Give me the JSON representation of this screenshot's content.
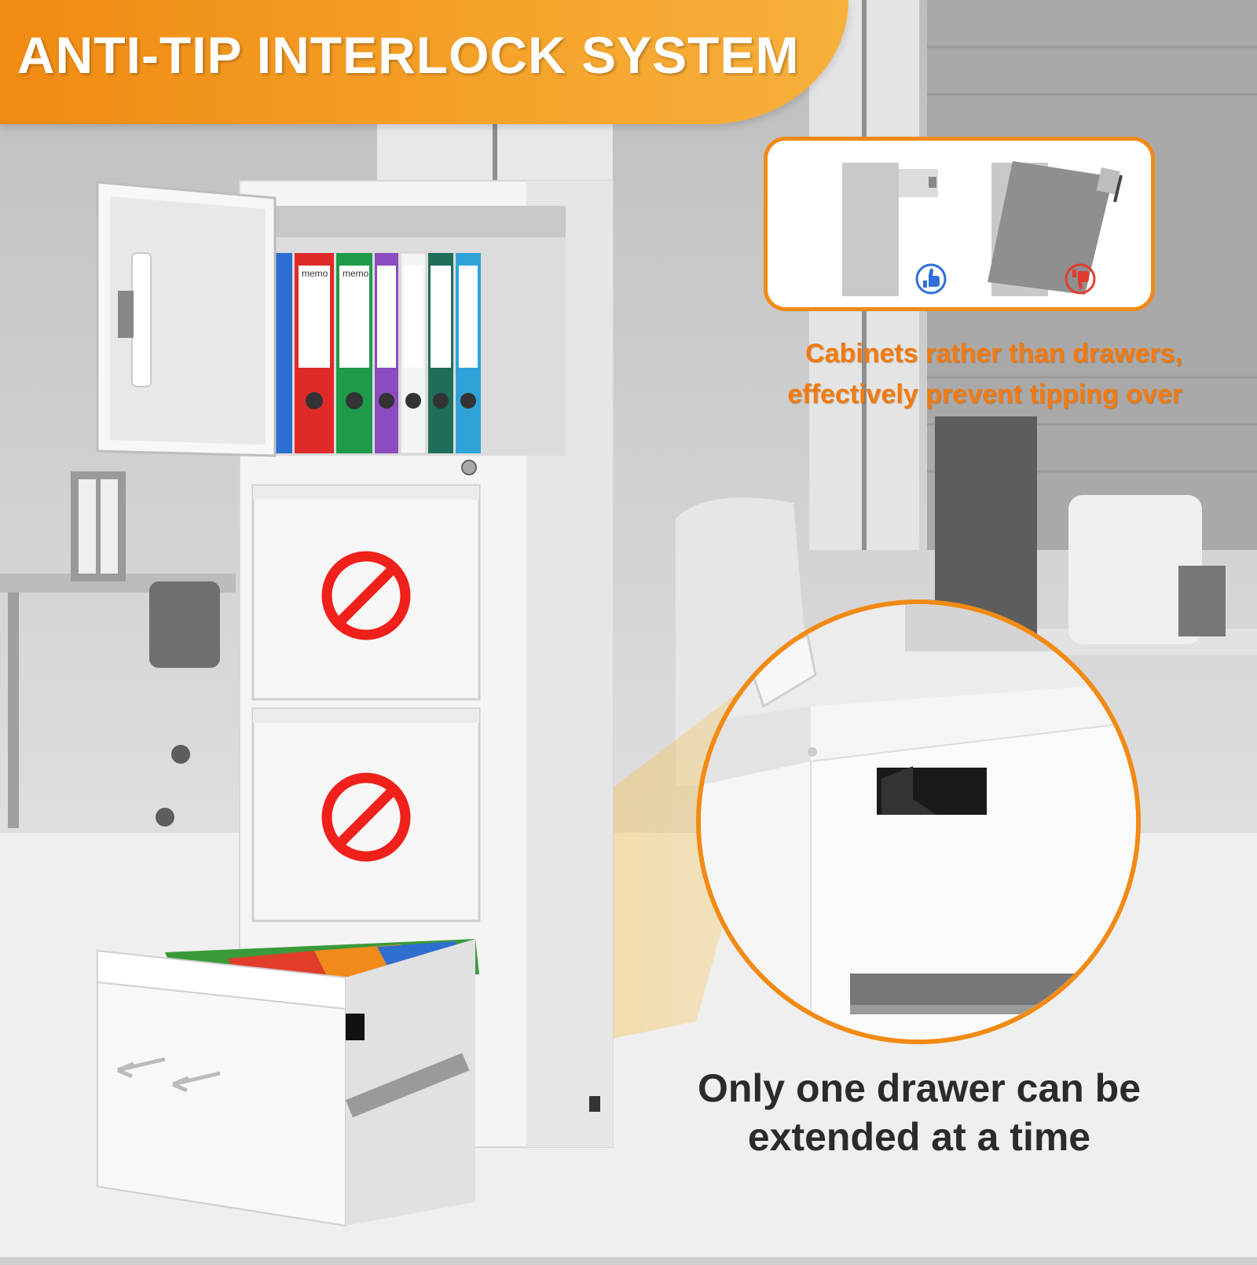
{
  "title": "ANTI-TIP INTERLOCK SYSTEM",
  "comparison": {
    "good_icon": "thumbs-up-icon",
    "bad_icon": "thumbs-down-icon",
    "colors": {
      "accent": "#f28a14",
      "good": "#2f6fd6",
      "bad": "#e23b2e"
    }
  },
  "caption_cabinets": {
    "line1": "Cabinets rather than drawers,",
    "line2": "effectively prevent tipping over"
  },
  "caption_drawer": {
    "line1": "Only one drawer can be",
    "line2": "extended at a time"
  },
  "binders": {
    "label": "memo",
    "colors": [
      "#2c6fd0",
      "#e02a2a",
      "#1f9a4a",
      "#8a4cc0",
      "#f4f4f4",
      "#1f6e5a",
      "#2fa3d8"
    ]
  },
  "drawers": {
    "locked_icon": "prohibited-icon",
    "locked_count": 2,
    "open_count": 1
  }
}
